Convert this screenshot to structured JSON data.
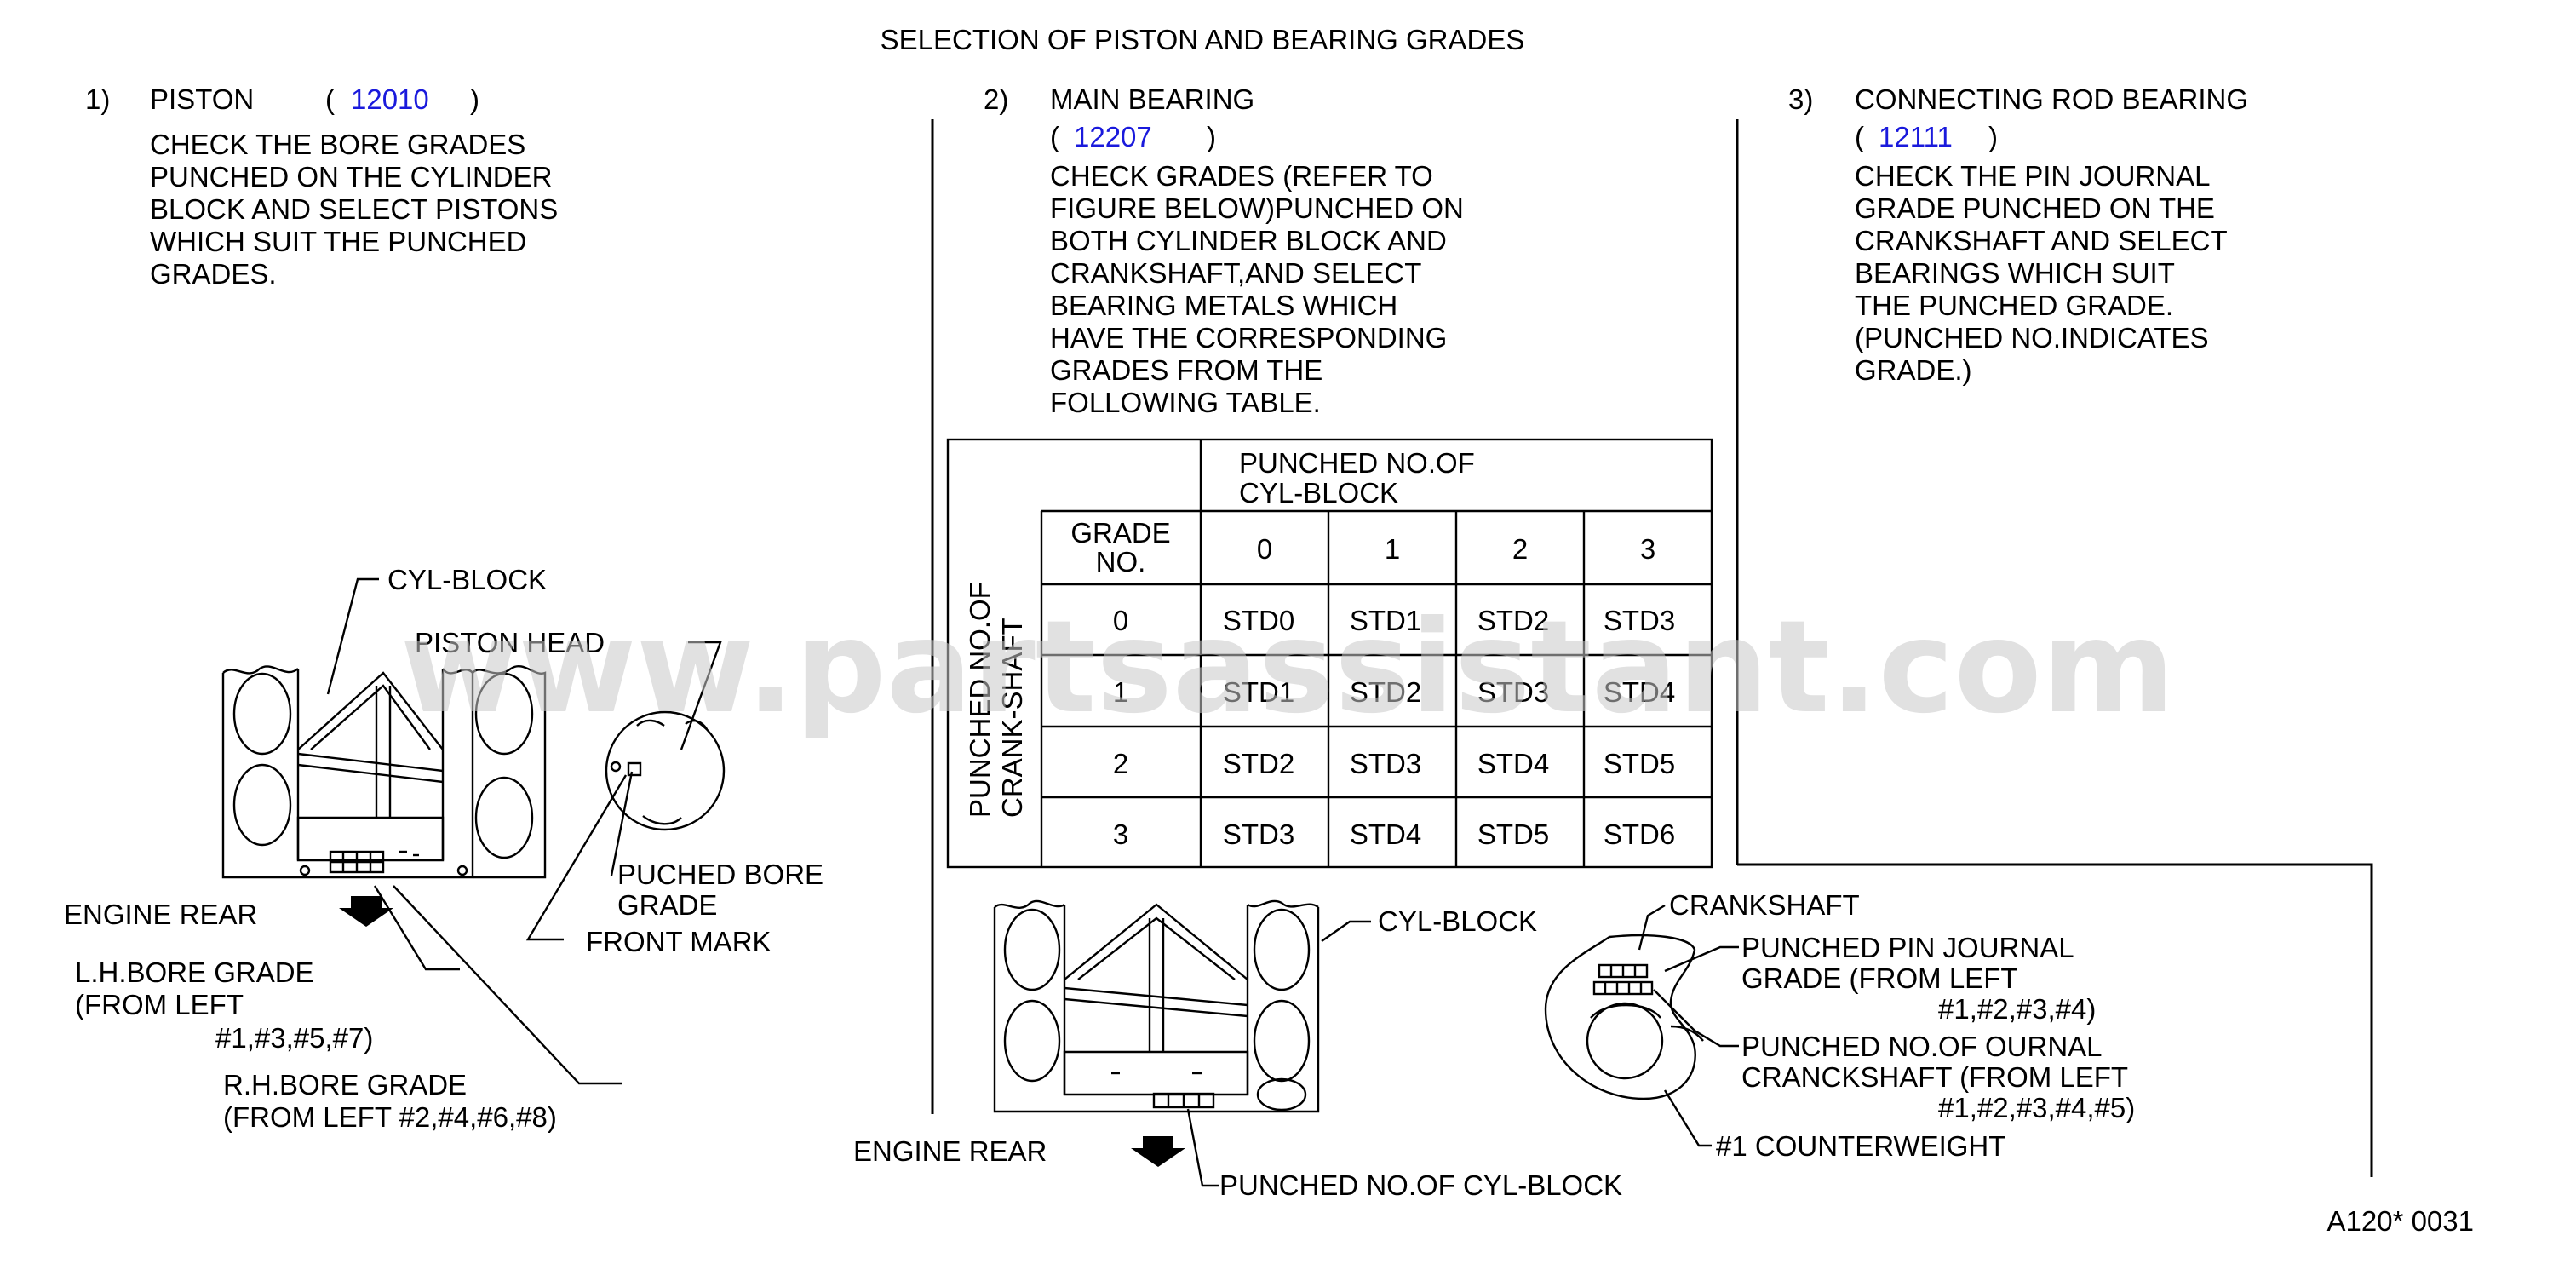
{
  "title": "SELECTION  OF  PISTON  AND  BEARING  GRADES",
  "watermark": "www.partsassistant.com",
  "footer_code": "A120*  0031",
  "colors": {
    "link": "#1a1adc",
    "ink": "#000000",
    "watermark": "#c9c9c9"
  },
  "section1": {
    "num": "1)",
    "heading": "PISTON",
    "paren_open": "(",
    "part_no": "12010",
    "paren_close": ")",
    "text": [
      "CHECK  THE  BORE  GRADES",
      "PUNCHED  ON  THE  CYLINDER",
      "BLOCK  AND  SELECT  PISTONS",
      "WHICH  SUIT  THE  PUNCHED",
      "GRADES."
    ],
    "labels": {
      "cyl_block": "CYL-BLOCK",
      "piston_head": "PISTON  HEAD",
      "puched_bore": [
        "PUCHED  BORE",
        "GRADE"
      ],
      "front_mark": "FRONT  MARK",
      "engine_rear": "ENGINE  REAR",
      "lh_bore": [
        "L.H.BORE  GRADE",
        "(FROM  LEFT",
        "#1,#3,#5,#7)"
      ],
      "rh_bore": [
        "R.H.BORE  GRADE",
        "(FROM  LEFT  #2,#4,#6,#8)"
      ]
    }
  },
  "section2": {
    "num": "2)",
    "heading": "MAIN  BEARING",
    "paren_open": "(",
    "part_no": "12207",
    "paren_close": ")",
    "text": [
      "CHECK  GRADES  (REFER  TO",
      "FIGURE  BELOW)PUNCHED  ON",
      "BOTH  CYLINDER  BLOCK  AND",
      "CRANKSHAFT,AND  SELECT",
      "BEARING  METALS  WHICH",
      "HAVE  THE  CORRESPONDING",
      "GRADES  FROM  THE",
      "FOLLOWING  TABLE."
    ],
    "table": {
      "col_header": [
        "PUNCHED  NO.OF",
        "CYL-BLOCK"
      ],
      "row_header": [
        "PUNCHED  NO.OF",
        "CRANK-SHAFT"
      ],
      "grade_label": [
        "GRADE",
        "NO."
      ],
      "cols": [
        "0",
        "1",
        "2",
        "3"
      ],
      "rows": [
        {
          "grade": "0",
          "cells": [
            "STD0",
            "STD1",
            "STD2",
            "STD3"
          ]
        },
        {
          "grade": "1",
          "cells": [
            "STD1",
            "STD2",
            "STD3",
            "STD4"
          ]
        },
        {
          "grade": "2",
          "cells": [
            "STD2",
            "STD3",
            "STD4",
            "STD5"
          ]
        },
        {
          "grade": "3",
          "cells": [
            "STD3",
            "STD4",
            "STD5",
            "STD6"
          ]
        }
      ]
    },
    "labels": {
      "cyl_block": "CYL-BLOCK",
      "engine_rear": "ENGINE  REAR",
      "punched_cyl": "PUNCHED  NO.OF  CYL-BLOCK",
      "crankshaft": "CRANKSHAFT",
      "pin_journal": [
        "PUNCHED  PIN  JOURNAL",
        "GRADE  (FROM  LEFT",
        "#1,#2,#3,#4)"
      ],
      "crank_no": [
        "PUNCHED  NO.OF        OURNAL",
        "CRANCKSHAFT  (FROM  LEFT",
        "#1,#2,#3,#4,#5)"
      ],
      "counterweight": "#1  COUNTERWEIGHT"
    }
  },
  "section3": {
    "num": "3)",
    "heading": "CONNECTING  ROD  BEARING",
    "paren_open": "(",
    "part_no": "12111",
    "paren_close": ")",
    "text": [
      "CHECK  THE  PIN  JOURNAL",
      "GRADE  PUNCHED  ON  THE",
      "CRANKSHAFT  AND  SELECT",
      "BEARINGS  WHICH  SUIT",
      "THE  PUNCHED  GRADE.",
      "(PUNCHED  NO.INDICATES",
      "GRADE.)"
    ]
  }
}
